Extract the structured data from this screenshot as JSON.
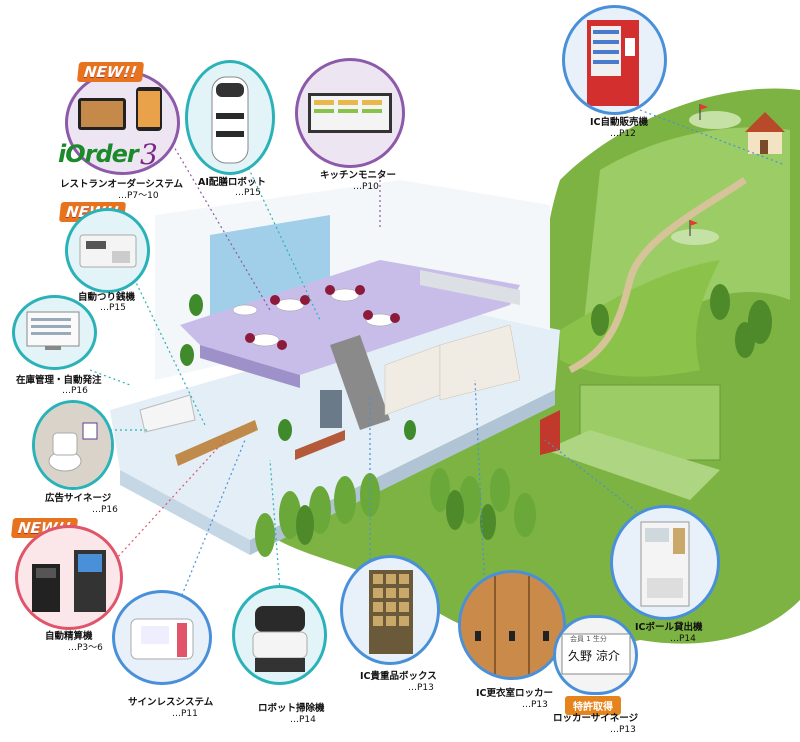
{
  "new_label": "NEW!!",
  "brand": {
    "name": "iOrder",
    "version": "3"
  },
  "patent_label": "特許取得",
  "locker_sign_name": "久野 涼介",
  "locker_sign_header": "会員 1 生分",
  "colors": {
    "purple": "#8c5aa8",
    "blue": "#4a90d9",
    "teal": "#2ab2b8",
    "red": "#e0556a",
    "orange": "#e8731e",
    "green": "#5a9a3a"
  },
  "callouts": [
    {
      "id": "restaurant-order-system",
      "label": "レストランオーダーシステム",
      "page": "…P7〜10"
    },
    {
      "id": "ai-serving-robot",
      "label": "AI配膳ロボット",
      "page": "…P15"
    },
    {
      "id": "kitchen-monitor",
      "label": "キッチンモニター",
      "page": "…P10"
    },
    {
      "id": "ic-vending-machine",
      "label": "IC自動販売機",
      "page": "…P12"
    },
    {
      "id": "auto-change-machine",
      "label": "自動つり銭機",
      "page": "…P15"
    },
    {
      "id": "inventory-management",
      "label": "在庫管理・自動発注",
      "page": "…P16"
    },
    {
      "id": "ad-signage",
      "label": "広告サイネージ",
      "page": "…P16"
    },
    {
      "id": "auto-payment-machine",
      "label": "自動精算機",
      "page": "…P3〜6"
    },
    {
      "id": "signless-system",
      "label": "サインレスシステム",
      "page": "…P11"
    },
    {
      "id": "robot-cleaner",
      "label": "ロボット掃除機",
      "page": "…P14"
    },
    {
      "id": "ic-valuables-box",
      "label": "IC貴重品ボックス",
      "page": "…P13"
    },
    {
      "id": "ic-changing-locker",
      "label": "IC更衣室ロッカー",
      "page": "…P13"
    },
    {
      "id": "locker-signage",
      "label": "ロッカーサイネージ",
      "page": "…P13"
    },
    {
      "id": "ic-ball-dispenser",
      "label": "ICボール貸出機",
      "page": "…P14"
    }
  ]
}
